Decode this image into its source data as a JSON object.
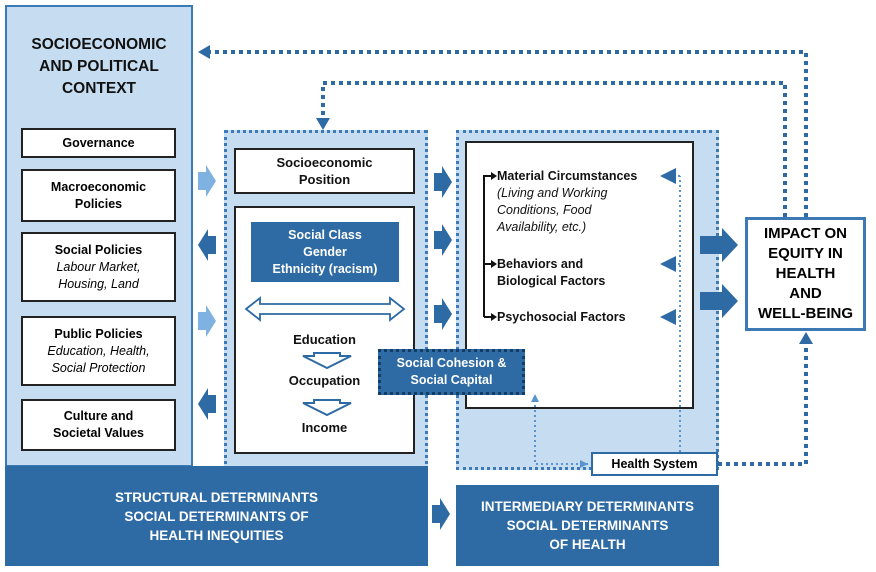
{
  "context": {
    "title_lines": [
      "SOCIOECONOMIC",
      "AND POLITICAL",
      "CONTEXT"
    ],
    "boxes": [
      {
        "title": "Governance",
        "sub": []
      },
      {
        "title": "Macroeconomic",
        "title2": "Policies",
        "sub": []
      },
      {
        "title": "Social Policies",
        "sub": [
          "Labour Market,",
          "Housing, Land"
        ]
      },
      {
        "title": "Public Policies",
        "sub": [
          "Education, Health,",
          "Social Protection"
        ]
      },
      {
        "title": "Culture and",
        "title2": "Societal Values",
        "sub": []
      }
    ]
  },
  "structural": {
    "sep_lines": [
      "Socioeconomic",
      "Position"
    ],
    "strat_lines": [
      "Social Class",
      "Gender",
      "Ethnicity (racism)"
    ],
    "education": "Education",
    "occupation": "Occupation",
    "income": "Income"
  },
  "intermediary": {
    "material_title": "Material Circumstances",
    "material_sub": [
      "(Living and Working",
      "Conditions, Food",
      "Availability, etc.)"
    ],
    "behaviors": [
      "Behaviors and",
      "Biological Factors"
    ],
    "psychosocial": "Psychosocial Factors"
  },
  "cohesion_lines": [
    "Social Cohesion &",
    "Social Capital"
  ],
  "health_system": "Health System",
  "impact_lines": [
    "IMPACT ON",
    "EQUITY IN",
    "HEALTH",
    "AND",
    "WELL-BEING"
  ],
  "structural_footer": [
    "STRUCTURAL DETERMINANTS",
    "SOCIAL DETERMINANTS OF",
    "HEALTH INEQUITIES"
  ],
  "intermediary_footer": [
    "INTERMEDIARY DETERMINANTS",
    "SOCIAL DETERMINANTS",
    "OF HEALTH"
  ],
  "colors": {
    "dark_blue": "#2e6aa3",
    "light_blue": "#c6dcf0",
    "border_blue": "#3d79b4",
    "light_arrow": "#7fb2e0"
  }
}
